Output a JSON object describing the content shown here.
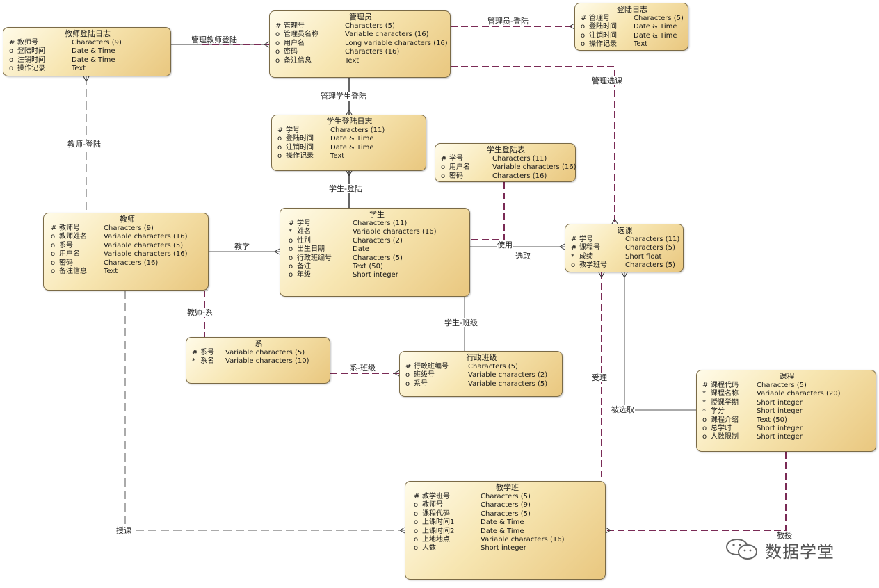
{
  "relationships": {
    "admin_teacher_login": "管理教师登陆",
    "admin_login": "管理员-登陆",
    "admin_student_login": "管理学生登陆",
    "teacher_login": "教师-登陆",
    "admin_course_select": "管理选课",
    "student_login": "学生-登陆",
    "teaching": "教学",
    "use": "使用",
    "select_course": "选取",
    "teacher_dept": "教师-系",
    "student_class": "学生-班级",
    "dept_class": "系-班级",
    "attend": "受理",
    "be_selected": "被选取",
    "lecture": "授课",
    "teach": "教授"
  },
  "entities": {
    "teacher_log": {
      "title": "教师登陆日志",
      "attrs": [
        {
          "mark": "#",
          "name": "教师号",
          "type": "Characters (9)"
        },
        {
          "mark": "o",
          "name": "登陆时间",
          "type": "Date & Time"
        },
        {
          "mark": "o",
          "name": "注销时间",
          "type": "Date & Time"
        },
        {
          "mark": "o",
          "name": "操作记录",
          "type": "Text"
        }
      ]
    },
    "admin": {
      "title": "管理员",
      "attrs": [
        {
          "mark": "#",
          "name": "管理号",
          "type": "Characters (5)"
        },
        {
          "mark": "o",
          "name": "管理员名称",
          "type": "Variable characters (16)"
        },
        {
          "mark": "o",
          "name": "用户名",
          "type": "Long variable characters (16)"
        },
        {
          "mark": "o",
          "name": "密码",
          "type": "Characters (16)"
        },
        {
          "mark": "o",
          "name": "备注信息",
          "type": "Text"
        }
      ]
    },
    "login_log": {
      "title": "登陆日志",
      "attrs": [
        {
          "mark": "#",
          "name": "管理号",
          "type": "Characters (5)"
        },
        {
          "mark": "o",
          "name": "登陆时间",
          "type": "Date & Time"
        },
        {
          "mark": "o",
          "name": "注销时间",
          "type": "Date & Time"
        },
        {
          "mark": "o",
          "name": "操作记录",
          "type": "Text"
        }
      ]
    },
    "student_log": {
      "title": "学生登陆日志",
      "attrs": [
        {
          "mark": "#",
          "name": "学号",
          "type": "Characters (11)"
        },
        {
          "mark": "o",
          "name": "登陆时间",
          "type": "Date & Time"
        },
        {
          "mark": "o",
          "name": "注销时间",
          "type": "Date & Time"
        },
        {
          "mark": "o",
          "name": "操作记录",
          "type": "Text"
        }
      ]
    },
    "student_login_table": {
      "title": "学生登陆表",
      "attrs": [
        {
          "mark": "#",
          "name": "学号",
          "type": "Characters (11)"
        },
        {
          "mark": "o",
          "name": "用户名",
          "type": "Variable characters (16)"
        },
        {
          "mark": "o",
          "name": "密码",
          "type": "Characters (16)"
        }
      ]
    },
    "teacher": {
      "title": "教师",
      "attrs": [
        {
          "mark": "#",
          "name": "教师号",
          "type": "Characters (9)"
        },
        {
          "mark": "o",
          "name": "教师姓名",
          "type": "Variable characters (16)"
        },
        {
          "mark": "o",
          "name": "系号",
          "type": "Variable characters (5)"
        },
        {
          "mark": "o",
          "name": "用户名",
          "type": "Variable characters (16)"
        },
        {
          "mark": "o",
          "name": "密码",
          "type": "Characters (16)"
        },
        {
          "mark": "o",
          "name": "备注信息",
          "type": "Text"
        }
      ]
    },
    "student": {
      "title": "学生",
      "attrs": [
        {
          "mark": "#",
          "name": "学号",
          "type": "Characters (11)"
        },
        {
          "mark": "*",
          "name": "姓名",
          "type": "Variable characters (16)"
        },
        {
          "mark": "o",
          "name": "性别",
          "type": "Characters (2)"
        },
        {
          "mark": "o",
          "name": "出生日期",
          "type": "Date"
        },
        {
          "mark": "o",
          "name": "行政班编号",
          "type": "Characters (5)"
        },
        {
          "mark": "o",
          "name": "备注",
          "type": "Text (50)"
        },
        {
          "mark": "o",
          "name": "年级",
          "type": "Short integer"
        }
      ]
    },
    "course_select": {
      "title": "选课",
      "attrs": [
        {
          "mark": "#",
          "name": "学号",
          "type": "Characters (11)"
        },
        {
          "mark": "#",
          "name": "课程号",
          "type": "Characters (5)"
        },
        {
          "mark": "*",
          "name": "成绩",
          "type": "Short float"
        },
        {
          "mark": "o",
          "name": "教学班号",
          "type": "Characters (5)"
        }
      ]
    },
    "department": {
      "title": "系",
      "attrs": [
        {
          "mark": "#",
          "name": "系号",
          "type": "Variable characters (5)"
        },
        {
          "mark": "*",
          "name": "系名",
          "type": "Variable characters (10)"
        }
      ]
    },
    "admin_class": {
      "title": "行政班级",
      "attrs": [
        {
          "mark": "#",
          "name": "行政班编号",
          "type": "Characters (5)"
        },
        {
          "mark": "o",
          "name": "班级号",
          "type": "Variable characters (2)"
        },
        {
          "mark": "o",
          "name": "系号",
          "type": "Variable characters (5)"
        }
      ]
    },
    "course": {
      "title": "课程",
      "attrs": [
        {
          "mark": "#",
          "name": "课程代码",
          "type": "Characters (5)"
        },
        {
          "mark": "*",
          "name": "课程名称",
          "type": "Variable characters (20)"
        },
        {
          "mark": "*",
          "name": "授课学期",
          "type": "Short integer"
        },
        {
          "mark": "*",
          "name": "学分",
          "type": "Short integer"
        },
        {
          "mark": "o",
          "name": "课程介绍",
          "type": "Text (50)"
        },
        {
          "mark": "o",
          "name": "总学时",
          "type": "Short integer"
        },
        {
          "mark": "o",
          "name": "人数限制",
          "type": "Short integer"
        }
      ]
    },
    "teaching_class": {
      "title": "教学班",
      "attrs": [
        {
          "mark": "#",
          "name": "教学班号",
          "type": "Characters (5)"
        },
        {
          "mark": "o",
          "name": "教师号",
          "type": "Characters (9)"
        },
        {
          "mark": "o",
          "name": "课程代码",
          "type": "Characters (5)"
        },
        {
          "mark": "o",
          "name": "上课时间1",
          "type": "Date & Time"
        },
        {
          "mark": "o",
          "name": "上课时间2",
          "type": "Date & Time"
        },
        {
          "mark": "o",
          "name": "上地地点",
          "type": "Variable characters (16)"
        },
        {
          "mark": "o",
          "name": "人数",
          "type": "Short integer"
        }
      ]
    }
  },
  "watermark": "数据学堂",
  "colors": {
    "entity_fill_light": "#fffbe8",
    "entity_fill_dark": "#e9c77f",
    "dashed_line": "#7a2a55",
    "solid_line": "#333333"
  }
}
